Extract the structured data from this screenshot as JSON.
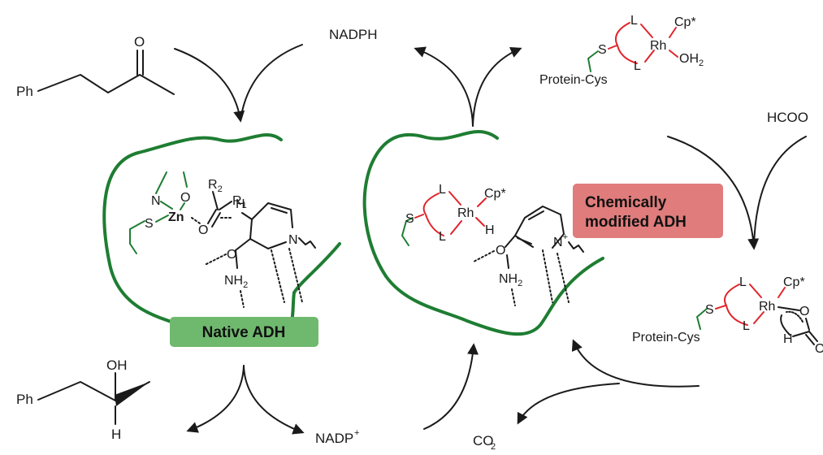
{
  "colors": {
    "protein_green": "#1e7d32",
    "rhodium_red": "#e0242b",
    "native_badge_bg": "#6fb96f",
    "chemical_badge_bg": "#e07c7c",
    "text_dark": "#1a1a1a"
  },
  "cofactor": {
    "reduced": "NADPH",
    "oxidized_base": "NADP",
    "oxidized_charge": "+"
  },
  "reagents": {
    "formate": "HCOO",
    "co2_base": "CO",
    "co2_sub": "2"
  },
  "substrate": {
    "ph": "Ph",
    "o": "O"
  },
  "product": {
    "ph": "Ph",
    "oh": "OH",
    "h": "H"
  },
  "native_site": {
    "badge": "Native ADH",
    "n": "N",
    "o": "O",
    "s": "S",
    "zn": "Zn",
    "r2": "R",
    "r2_sub": "2",
    "r1": "R",
    "r1_sub": "1",
    "h": "H",
    "nh2": "NH",
    "nh2_sub": "2",
    "nring": "N",
    "o_amide": "O",
    "o_sub": "O"
  },
  "chem_site": {
    "badge_line1": "Chemically",
    "badge_line2": "modified ADH",
    "s": "S",
    "l1": "L",
    "l2": "L",
    "rh": "Rh",
    "cp": "Cp*",
    "h": "H",
    "o_amide": "O",
    "nh2": "NH",
    "nh2_sub": "2",
    "nring": "N",
    "nring_charge": "+"
  },
  "rh_aqua": {
    "label": "Protein-Cys",
    "s": "S",
    "l1": "L",
    "l2": "L",
    "rh": "Rh",
    "cp": "Cp*",
    "oh2": "OH",
    "oh2_sub": "2"
  },
  "rh_formate": {
    "label": "Protein-Cys",
    "s": "S",
    "l1": "L",
    "l2": "L",
    "rh": "Rh",
    "cp": "Cp*",
    "o": "O",
    "h": "H",
    "o_edge": "O"
  }
}
